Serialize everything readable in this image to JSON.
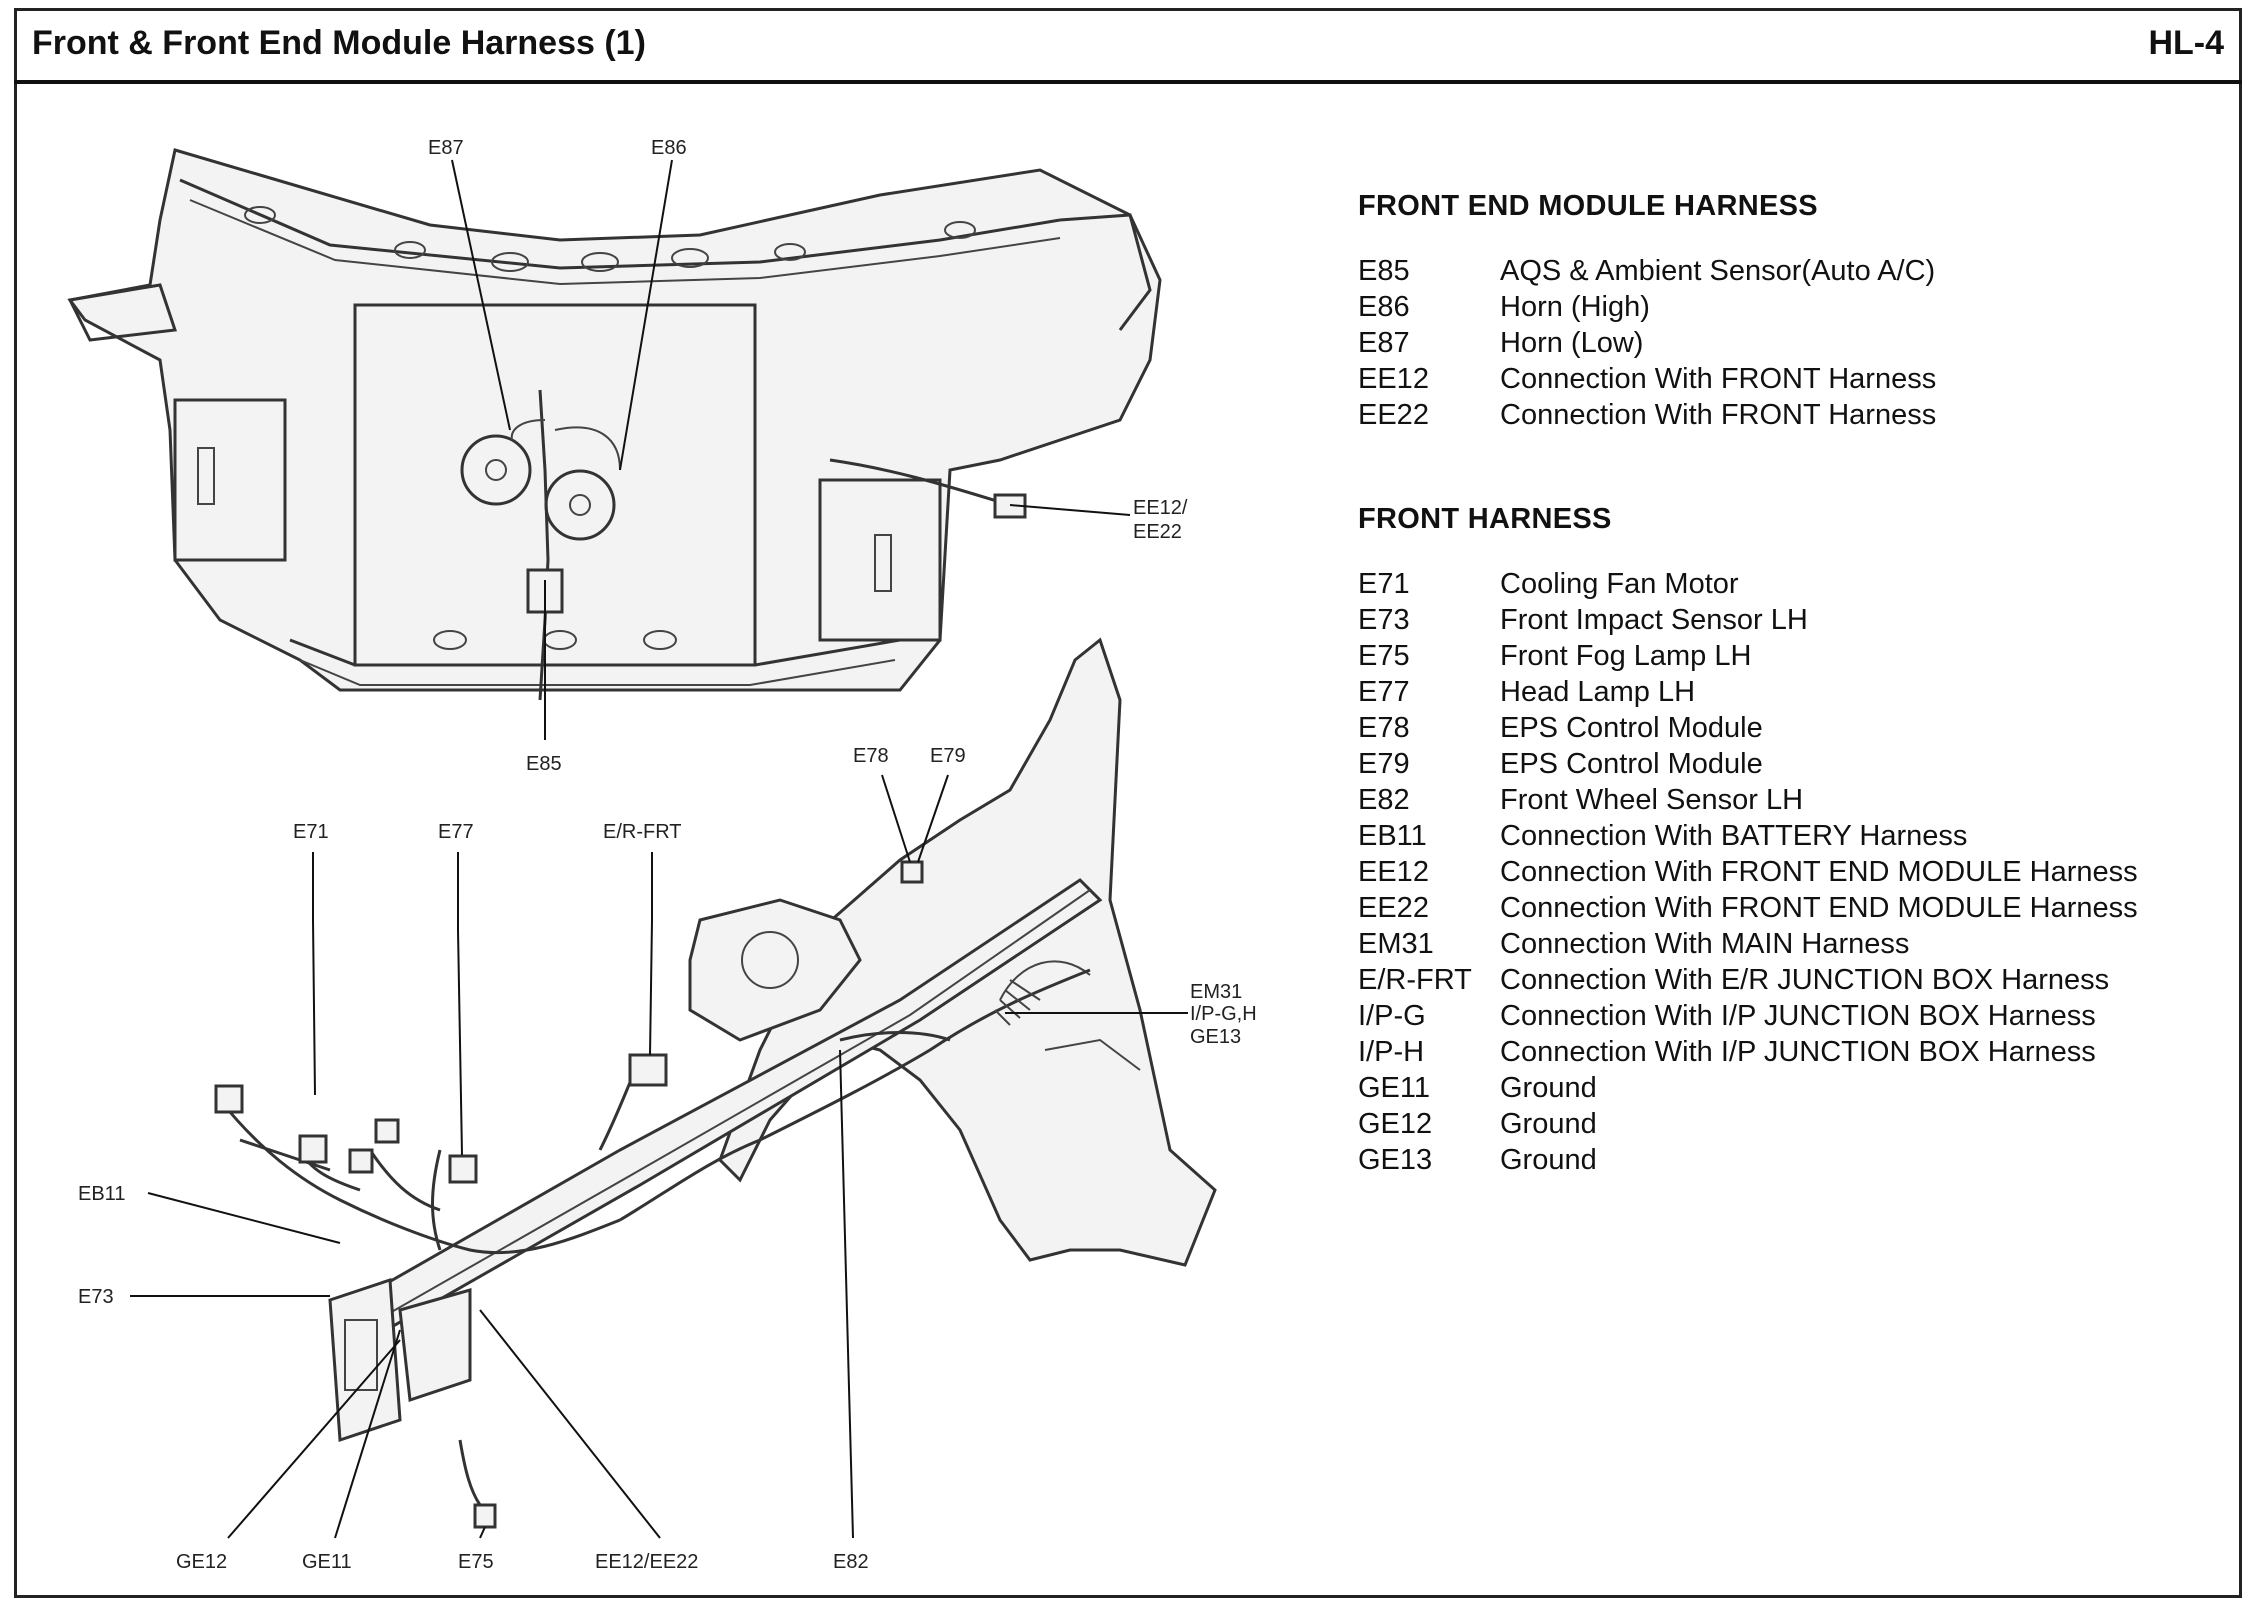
{
  "header": {
    "title": "Front & Front End Module Harness (1)",
    "page_code": "HL-4"
  },
  "callouts": {
    "e87": "E87",
    "e86": "E86",
    "ee12_ee22_top_a": "EE12/",
    "ee12_ee22_top_b": "EE22",
    "e85": "E85",
    "e71": "E71",
    "e77": "E77",
    "er_frt": "E/R-FRT",
    "e78": "E78",
    "e79": "E79",
    "em31_a": "EM31",
    "em31_b": "I/P-G,H",
    "em31_c": "GE13",
    "eb11": "EB11",
    "e73": "E73",
    "ge12": "GE12",
    "ge11": "GE11",
    "e75": "E75",
    "ee12_ee22_bottom": "EE12/EE22",
    "e82": "E82"
  },
  "legend": {
    "front_end_module": {
      "title": "FRONT END MODULE HARNESS",
      "items": [
        {
          "code": "E85",
          "desc": "AQS & Ambient Sensor(Auto A/C)"
        },
        {
          "code": "E86",
          "desc": "Horn (High)"
        },
        {
          "code": "E87",
          "desc": "Horn (Low)"
        },
        {
          "code": "EE12",
          "desc": "Connection With FRONT Harness"
        },
        {
          "code": "EE22",
          "desc": "Connection With FRONT Harness"
        }
      ]
    },
    "front": {
      "title": "FRONT HARNESS",
      "items": [
        {
          "code": "E71",
          "desc": "Cooling Fan Motor"
        },
        {
          "code": "E73",
          "desc": "Front Impact Sensor LH"
        },
        {
          "code": "E75",
          "desc": "Front Fog Lamp LH"
        },
        {
          "code": "E77",
          "desc": "Head Lamp LH"
        },
        {
          "code": "E78",
          "desc": "EPS Control Module"
        },
        {
          "code": "E79",
          "desc": "EPS Control Module"
        },
        {
          "code": "E82",
          "desc": "Front Wheel Sensor LH"
        },
        {
          "code": "EB11",
          "desc": "Connection With BATTERY Harness"
        },
        {
          "code": "EE12",
          "desc": "Connection With FRONT END MODULE Harness"
        },
        {
          "code": "EE22",
          "desc": "Connection With FRONT END MODULE Harness"
        },
        {
          "code": "EM31",
          "desc": "Connection With MAIN Harness"
        },
        {
          "code": "E/R-FRT",
          "desc": "Connection With E/R JUNCTION BOX Harness"
        },
        {
          "code": "I/P-G",
          "desc": "Connection With I/P JUNCTION BOX Harness"
        },
        {
          "code": "I/P-H",
          "desc": "Connection With I/P JUNCTION BOX Harness"
        },
        {
          "code": "GE11",
          "desc": "Ground"
        },
        {
          "code": "GE12",
          "desc": "Ground"
        },
        {
          "code": "GE13",
          "desc": "Ground"
        }
      ]
    }
  }
}
